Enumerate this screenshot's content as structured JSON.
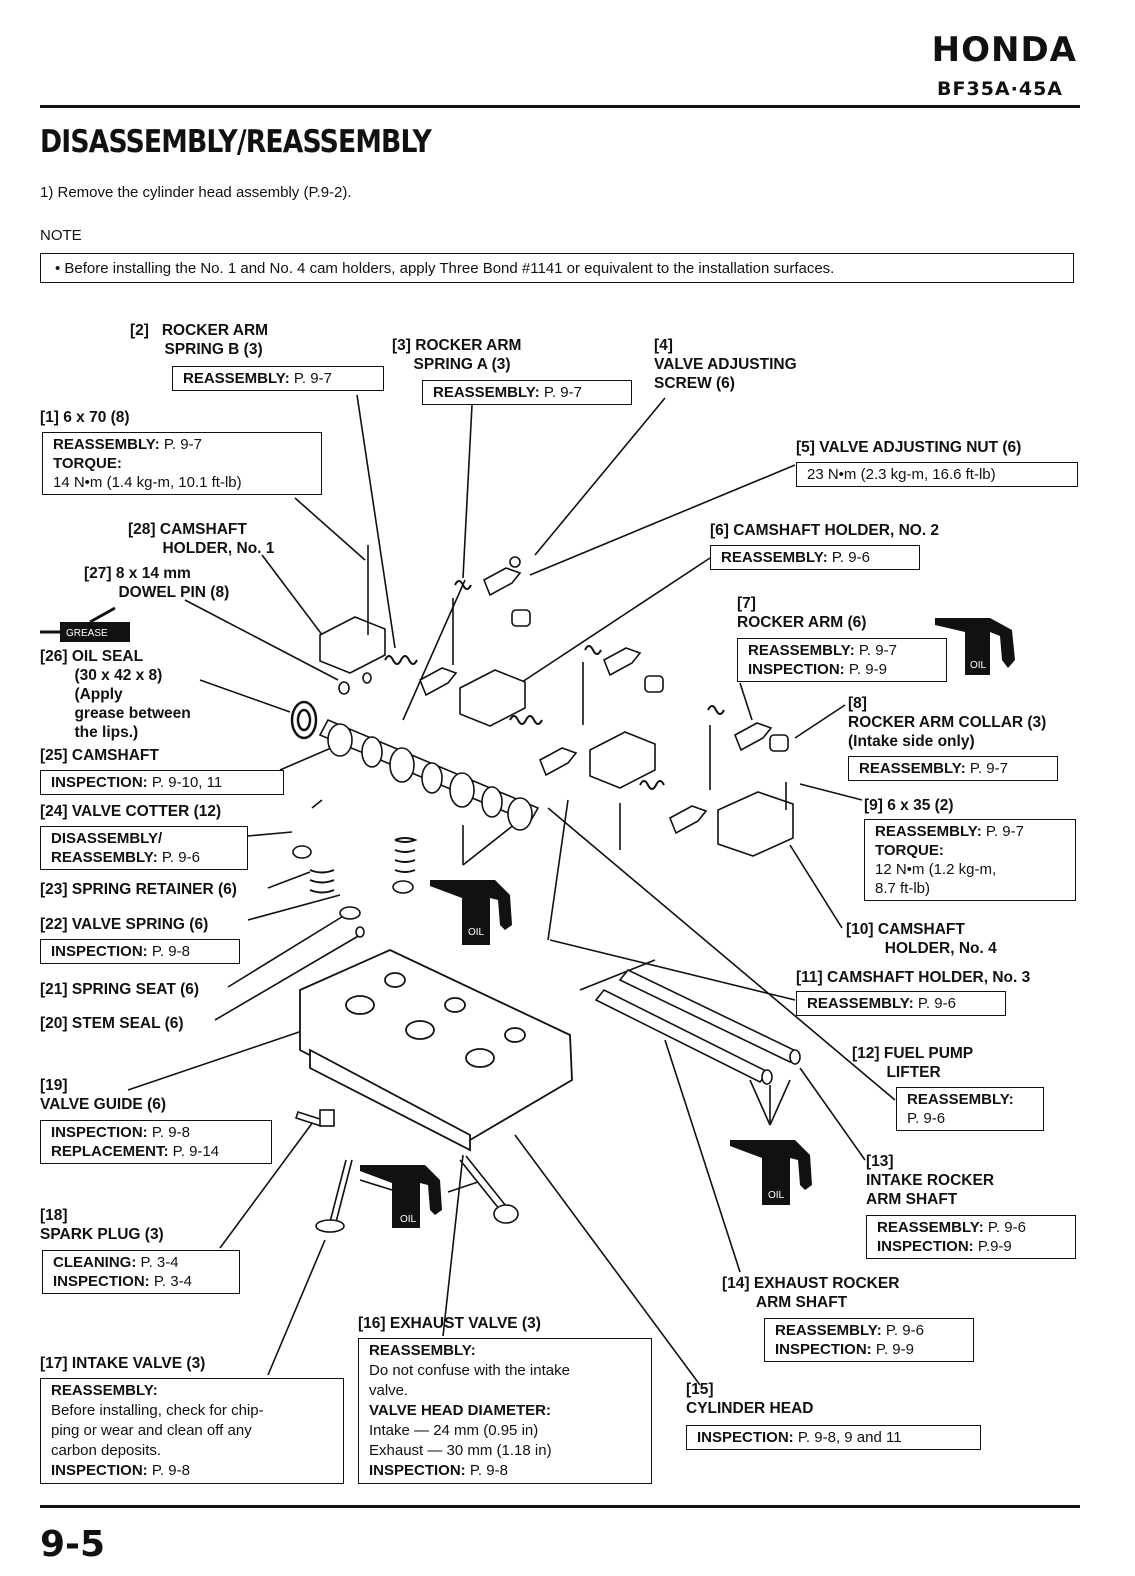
{
  "header": {
    "brand": "HONDA",
    "model": "BF35A·45A"
  },
  "section_title": "DISASSEMBLY/REASSEMBLY",
  "step": "1) Remove the cylinder head assembly (P.9-2).",
  "note": {
    "label": "NOTE",
    "text": "•  Before installing the No. 1 and No. 4 cam holders, apply Three Bond #1141 or equivalent to the installation surfaces."
  },
  "icons": {
    "grease": "GREASE",
    "oil": "OIL"
  },
  "parts": {
    "p1": {
      "label": "[1] 6 x 70 (8)",
      "box_l1_k": "REASSEMBLY:",
      "box_l1_v": " P. 9-7",
      "box_l2_k": "TORQUE:",
      "box_l3": "14 N•m (1.4 kg-m, 10.1 ft-lb)"
    },
    "p2": {
      "label": "[2]   ROCKER ARM\n        SPRING B (3)",
      "box_k": "REASSEMBLY:",
      "box_v": " P. 9-7"
    },
    "p3": {
      "label": "[3] ROCKER ARM\n     SPRING A (3)",
      "box_k": "REASSEMBLY:",
      "box_v": " P. 9-7"
    },
    "p4": {
      "label": "[4]\nVALVE ADJUSTING\nSCREW (6)"
    },
    "p5": {
      "label": "[5] VALVE ADJUSTING NUT (6)",
      "box": "23 N•m (2.3 kg-m, 16.6 ft-lb)"
    },
    "p6": {
      "label": "[6] CAMSHAFT HOLDER, NO. 2",
      "box_k": "REASSEMBLY:",
      "box_v": " P. 9-6"
    },
    "p7": {
      "label": "[7]\nROCKER ARM (6)",
      "box_l1_k": "REASSEMBLY:",
      "box_l1_v": " P. 9-7",
      "box_l2_k": "INSPECTION:",
      "box_l2_v": " P. 9-9"
    },
    "p8": {
      "label": "[8]\nROCKER ARM COLLAR (3)\n(Intake side only)",
      "box_k": "REASSEMBLY:",
      "box_v": " P. 9-7"
    },
    "p9": {
      "label": "[9] 6 x 35 (2)",
      "box_l1_k": "REASSEMBLY:",
      "box_l1_v": " P. 9-7",
      "box_l2_k": "TORQUE:",
      "box_l3": "12 N•m (1.2 kg-m,",
      "box_l4": "8.7 ft-lb)"
    },
    "p10": {
      "label": "[10] CAMSHAFT\n         HOLDER, No. 4"
    },
    "p11": {
      "label": "[11] CAMSHAFT HOLDER, No. 3",
      "box_k": "REASSEMBLY:",
      "box_v": " P. 9-6"
    },
    "p12": {
      "label": "[12] FUEL PUMP\n        LIFTER",
      "box_l1_k": "REASSEMBLY:",
      "box_l2": "P. 9-6"
    },
    "p13": {
      "label": "[13]\nINTAKE ROCKER\nARM SHAFT",
      "box_l1_k": "REASSEMBLY:",
      "box_l1_v": " P. 9-6",
      "box_l2_k": "INSPECTION:",
      "box_l2_v": " P.9-9"
    },
    "p14": {
      "label": "[14] EXHAUST ROCKER\n        ARM SHAFT",
      "box_l1_k": "REASSEMBLY:",
      "box_l1_v": " P. 9-6",
      "box_l2_k": "INSPECTION:",
      "box_l2_v": " P. 9-9"
    },
    "p15": {
      "label": "[15]\nCYLINDER HEAD",
      "box_k": "INSPECTION:",
      "box_v": " P. 9-8, 9 and 11"
    },
    "p16": {
      "label": "[16] EXHAUST VALVE (3)",
      "k1": "REASSEMBLY:",
      "l2": "Do not confuse with the intake",
      "l3": "valve.",
      "k4": "VALVE HEAD DIAMETER:",
      "l5": "Intake — 24 mm (0.95 in)",
      "l6": "Exhaust — 30 mm (1.18 in)",
      "k7": "INSPECTION:",
      "v7": " P. 9-8"
    },
    "p17": {
      "label": "[17] INTAKE VALVE (3)",
      "k1": "REASSEMBLY:",
      "l2": "Before installing, check for chip-",
      "l3": "ping or wear and clean off any",
      "l4": "carbon deposits.",
      "k5": "INSPECTION:",
      "v5": " P. 9-8"
    },
    "p18": {
      "label": "[18]\nSPARK PLUG (3)",
      "box_l1_k": "CLEANING:",
      "box_l1_v": " P. 3-4",
      "box_l2_k": "INSPECTION:",
      "box_l2_v": " P. 3-4"
    },
    "p19": {
      "label": "[19]\nVALVE GUIDE (6)",
      "box_l1_k": "INSPECTION:",
      "box_l1_v": " P. 9-8",
      "box_l2_k": "REPLACEMENT:",
      "box_l2_v": " P. 9-14"
    },
    "p20": {
      "label": "[20] STEM SEAL (6)"
    },
    "p21": {
      "label": "[21] SPRING SEAT (6)"
    },
    "p22": {
      "label": "[22] VALVE SPRING (6)",
      "box_k": "INSPECTION:",
      "box_v": " P. 9-8"
    },
    "p23": {
      "label": "[23] SPRING RETAINER (6)"
    },
    "p24": {
      "label": "[24] VALVE COTTER (12)",
      "box_l1_k": "DISASSEMBLY/",
      "box_l2_k": "REASSEMBLY:",
      "box_l2_v": " P. 9-6"
    },
    "p25": {
      "label": "[25] CAMSHAFT",
      "box_k": "INSPECTION:",
      "box_v": " P. 9-10, 11"
    },
    "p26": {
      "label": "[26] OIL SEAL\n        (30 x 42 x 8)\n        (Apply\n        grease between\n        the lips.)"
    },
    "p27": {
      "label": "[27] 8 x 14 mm\n        DOWEL PIN (8)"
    },
    "p28": {
      "label": "[28] CAMSHAFT\n        HOLDER, No. 1"
    }
  },
  "footer": {
    "page_number": "9-5"
  }
}
